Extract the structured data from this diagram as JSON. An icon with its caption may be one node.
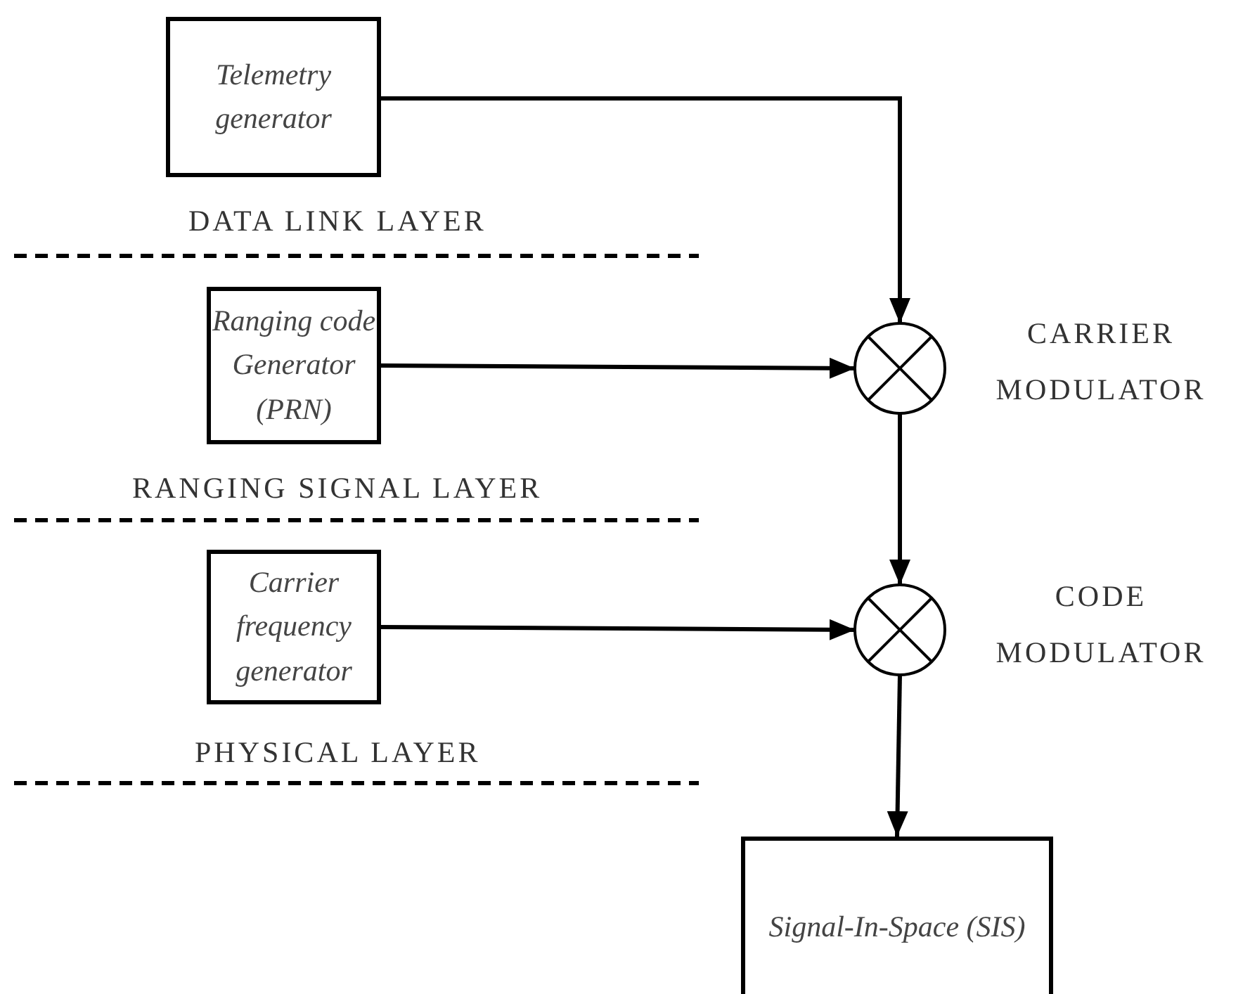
{
  "diagram": {
    "nodes": [
      {
        "text": [
          "Telemetry generator"
        ]
      },
      {
        "text": [
          "Ranging code Generator (PRN)"
        ]
      },
      {
        "text": [],
        "shape": "circle",
        "beside": [
          "CARRIER MODULATOR"
        ]
      },
      {
        "text": [
          "Carrier frequency generator"
        ]
      },
      {
        "text": [],
        "shape": "circle",
        "beside": [
          "CODE MODULATOR"
        ]
      },
      {
        "text": [
          "Signal-In-Space (SIS)"
        ]
      }
    ],
    "edges": [
      {
        "from": 0,
        "to": 2,
        "arrow": "to"
      },
      {
        "from": 1,
        "to": 2,
        "arrow": "to"
      },
      {
        "from": 2,
        "to": 4,
        "arrow": "to"
      },
      {
        "from": 3,
        "to": 4,
        "arrow": "to"
      },
      {
        "from": 4,
        "to": 5,
        "arrow": "to"
      }
    ],
    "labels": [
      "DATA LINK LAYER",
      "RANGING SIGNAL LAYER",
      "PHYSICAL LAYER"
    ]
  }
}
